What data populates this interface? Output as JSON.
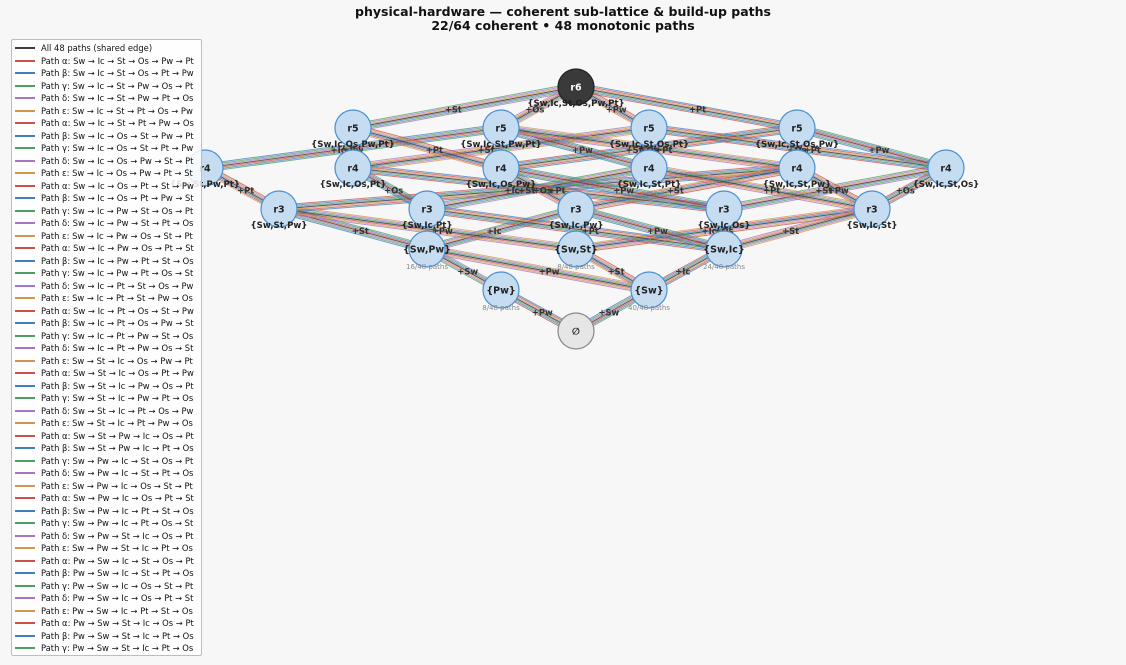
{
  "title": "physical-hardware — coherent sub-lattice & build-up paths",
  "subtitle": "22/64 coherent  •  48 monotonic paths",
  "legend": {
    "shared": {
      "label": "All 48 paths (shared edge)",
      "color": "#3d3d3d"
    },
    "paths": [
      {
        "label": "Path α: Sw → Ic → St → Os → Pw → Pt",
        "color": "#c9504b"
      },
      {
        "label": "Path β: Sw → Ic → St → Os → Pt → Pw",
        "color": "#3f7fc0"
      },
      {
        "label": "Path γ: Sw → Ic → St → Pw → Os → Pt",
        "color": "#4e9d63"
      },
      {
        "label": "Path δ: Sw → Ic → St → Pw → Pt → Os",
        "color": "#a775c2"
      },
      {
        "label": "Path ε: Sw → Ic → St → Pt → Os → Pw",
        "color": "#d0954f"
      },
      {
        "label": "Path α: Sw → Ic → St → Pt → Pw → Os",
        "color": "#c9504b"
      },
      {
        "label": "Path β: Sw → Ic → Os → St → Pw → Pt",
        "color": "#3f7fc0"
      },
      {
        "label": "Path γ: Sw → Ic → Os → St → Pt → Pw",
        "color": "#4e9d63"
      },
      {
        "label": "Path δ: Sw → Ic → Os → Pw → St → Pt",
        "color": "#a775c2"
      },
      {
        "label": "Path ε: Sw → Ic → Os → Pw → Pt → St",
        "color": "#d0954f"
      },
      {
        "label": "Path α: Sw → Ic → Os → Pt → St → Pw",
        "color": "#c9504b"
      },
      {
        "label": "Path β: Sw → Ic → Os → Pt → Pw → St",
        "color": "#3f7fc0"
      },
      {
        "label": "Path γ: Sw → Ic → Pw → St → Os → Pt",
        "color": "#4e9d63"
      },
      {
        "label": "Path δ: Sw → Ic → Pw → St → Pt → Os",
        "color": "#a775c2"
      },
      {
        "label": "Path ε: Sw → Ic → Pw → Os → St → Pt",
        "color": "#d0954f"
      },
      {
        "label": "Path α: Sw → Ic → Pw → Os → Pt → St",
        "color": "#c9504b"
      },
      {
        "label": "Path β: Sw → Ic → Pw → Pt → St → Os",
        "color": "#3f7fc0"
      },
      {
        "label": "Path γ: Sw → Ic → Pw → Pt → Os → St",
        "color": "#4e9d63"
      },
      {
        "label": "Path δ: Sw → Ic → Pt → St → Os → Pw",
        "color": "#a775c2"
      },
      {
        "label": "Path ε: Sw → Ic → Pt → St → Pw → Os",
        "color": "#d0954f"
      },
      {
        "label": "Path α: Sw → Ic → Pt → Os → St → Pw",
        "color": "#c9504b"
      },
      {
        "label": "Path β: Sw → Ic → Pt → Os → Pw → St",
        "color": "#3f7fc0"
      },
      {
        "label": "Path γ: Sw → Ic → Pt → Pw → St → Os",
        "color": "#4e9d63"
      },
      {
        "label": "Path δ: Sw → Ic → Pt → Pw → Os → St",
        "color": "#a775c2"
      },
      {
        "label": "Path ε: Sw → St → Ic → Os → Pw → Pt",
        "color": "#d0954f"
      },
      {
        "label": "Path α: Sw → St → Ic → Os → Pt → Pw",
        "color": "#c9504b"
      },
      {
        "label": "Path β: Sw → St → Ic → Pw → Os → Pt",
        "color": "#3f7fc0"
      },
      {
        "label": "Path γ: Sw → St → Ic → Pw → Pt → Os",
        "color": "#4e9d63"
      },
      {
        "label": "Path δ: Sw → St → Ic → Pt → Os → Pw",
        "color": "#a775c2"
      },
      {
        "label": "Path ε: Sw → St → Ic → Pt → Pw → Os",
        "color": "#d0954f"
      },
      {
        "label": "Path α: Sw → St → Pw → Ic → Os → Pt",
        "color": "#c9504b"
      },
      {
        "label": "Path β: Sw → St → Pw → Ic → Pt → Os",
        "color": "#3f7fc0"
      },
      {
        "label": "Path γ: Sw → Pw → Ic → St → Os → Pt",
        "color": "#4e9d63"
      },
      {
        "label": "Path δ: Sw → Pw → Ic → St → Pt → Os",
        "color": "#a775c2"
      },
      {
        "label": "Path ε: Sw → Pw → Ic → Os → St → Pt",
        "color": "#d0954f"
      },
      {
        "label": "Path α: Sw → Pw → Ic → Os → Pt → St",
        "color": "#c9504b"
      },
      {
        "label": "Path β: Sw → Pw → Ic → Pt → St → Os",
        "color": "#3f7fc0"
      },
      {
        "label": "Path γ: Sw → Pw → Ic → Pt → Os → St",
        "color": "#4e9d63"
      },
      {
        "label": "Path δ: Sw → Pw → St → Ic → Os → Pt",
        "color": "#a775c2"
      },
      {
        "label": "Path ε: Sw → Pw → St → Ic → Pt → Os",
        "color": "#d0954f"
      },
      {
        "label": "Path α: Pw → Sw → Ic → St → Os → Pt",
        "color": "#c9504b"
      },
      {
        "label": "Path β: Pw → Sw → Ic → St → Pt → Os",
        "color": "#3f7fc0"
      },
      {
        "label": "Path γ: Pw → Sw → Ic → Os → St → Pt",
        "color": "#4e9d63"
      },
      {
        "label": "Path δ: Pw → Sw → Ic → Os → Pt → St",
        "color": "#a775c2"
      },
      {
        "label": "Path ε: Pw → Sw → Ic → Pt → St → Os",
        "color": "#d0954f"
      },
      {
        "label": "Path α: Pw → Sw → St → Ic → Os → Pt",
        "color": "#c9504b"
      },
      {
        "label": "Path β: Pw → Sw → St → Ic → Pt → Os",
        "color": "#3f7fc0"
      },
      {
        "label": "Path γ: Pw → Sw → St → Ic → Pt → Os",
        "color": "#4e9d63"
      }
    ]
  },
  "colors": {
    "node_fill": "#c6dcf0",
    "node_stroke": "#4a90d2",
    "top_fill": "#3a3a3a",
    "empty_fill": "#e6e6e6",
    "empty_stroke": "#888888"
  },
  "nodes": [
    {
      "id": "top",
      "rank": "r6",
      "set": "{Sw,Ic,St,Os,Pw,Pt}",
      "kind": "top"
    },
    {
      "id": "r5a",
      "rank": "r5",
      "set": "{Sw,Ic,Os,Pw,Pt}"
    },
    {
      "id": "r5b",
      "rank": "r5",
      "set": "{Sw,Ic,St,Pw,Pt}"
    },
    {
      "id": "r5c",
      "rank": "r5",
      "set": "{Sw,Ic,St,Os,Pt}"
    },
    {
      "id": "r5d",
      "rank": "r5",
      "set": "{Sw,Ic,St,Os,Pw}"
    },
    {
      "id": "r4a",
      "rank": "r4",
      "set": "{Sw,St,Pw,Pt}"
    },
    {
      "id": "r4b",
      "rank": "r4",
      "set": "{Sw,Ic,Os,Pt}"
    },
    {
      "id": "r4c",
      "rank": "r4",
      "set": "{Sw,Ic,Os,Pw}"
    },
    {
      "id": "r4d",
      "rank": "r4",
      "set": "{Sw,Ic,St,Pt}"
    },
    {
      "id": "r4e",
      "rank": "r4",
      "set": "{Sw,Ic,St,Pw}"
    },
    {
      "id": "r4f",
      "rank": "r4",
      "set": "{Sw,Ic,St,Os}"
    },
    {
      "id": "r3a",
      "rank": "r3",
      "set": "{Sw,St,Pw}"
    },
    {
      "id": "r3b",
      "rank": "r3",
      "set": "{Sw,Ic,Pt}"
    },
    {
      "id": "r3c",
      "rank": "r3",
      "set": "{Sw,Ic,Pw}"
    },
    {
      "id": "r3d",
      "rank": "r3",
      "set": "{Sw,Ic,Os}"
    },
    {
      "id": "r3e",
      "rank": "r3",
      "set": "{Sw,Ic,St}"
    },
    {
      "id": "r2a",
      "rank": "{Sw,Pw}",
      "set": "",
      "count": "16/48 paths"
    },
    {
      "id": "r2b",
      "rank": "{Sw,St}",
      "set": "",
      "count": "8/48 paths"
    },
    {
      "id": "r2c",
      "rank": "{Sw,Ic}",
      "set": "",
      "count": "24/48 paths"
    },
    {
      "id": "r1a",
      "rank": "{Pw}",
      "set": "",
      "count": "8/48 paths"
    },
    {
      "id": "r1b",
      "rank": "{Sw}",
      "set": "",
      "count": "40/48 paths"
    },
    {
      "id": "empty",
      "rank": "∅",
      "set": "",
      "kind": "empty"
    }
  ],
  "edges": [
    {
      "from": "empty",
      "to": "r1a",
      "label": "+Pw"
    },
    {
      "from": "empty",
      "to": "r1b",
      "label": "+Sw"
    },
    {
      "from": "r1a",
      "to": "r2a",
      "label": "+Sw"
    },
    {
      "from": "r1b",
      "to": "r2a",
      "label": "+Pw"
    },
    {
      "from": "r1b",
      "to": "r2b",
      "label": "+St"
    },
    {
      "from": "r1b",
      "to": "r2c",
      "label": "+Ic"
    },
    {
      "from": "r2a",
      "to": "r3a",
      "label": "+St"
    },
    {
      "from": "r2a",
      "to": "r3c",
      "label": "+Ic"
    },
    {
      "from": "r2b",
      "to": "r3a",
      "label": "+Pw"
    },
    {
      "from": "r2b",
      "to": "r3e",
      "label": "+Ic"
    },
    {
      "from": "r2c",
      "to": "r3b",
      "label": "+Pt"
    },
    {
      "from": "r2c",
      "to": "r3c",
      "label": "+Pw"
    },
    {
      "from": "r2c",
      "to": "r3d",
      "label": "+Os"
    },
    {
      "from": "r2c",
      "to": "r3e",
      "label": "+St"
    },
    {
      "from": "r3a",
      "to": "r4a",
      "label": "+Pt"
    },
    {
      "from": "r3a",
      "to": "r4e",
      "label": "+Ic"
    },
    {
      "from": "r3b",
      "to": "r4b",
      "label": "+Os"
    },
    {
      "from": "r3b",
      "to": "r4d",
      "label": "+St"
    },
    {
      "from": "r3c",
      "to": "r4c",
      "label": "+Os"
    },
    {
      "from": "r3c",
      "to": "r4e",
      "label": "+St"
    },
    {
      "from": "r3d",
      "to": "r4b",
      "label": "+Pt"
    },
    {
      "from": "r3d",
      "to": "r4c",
      "label": "+Pw"
    },
    {
      "from": "r3d",
      "to": "r4f",
      "label": "+St"
    },
    {
      "from": "r3e",
      "to": "r4d",
      "label": "+Pt"
    },
    {
      "from": "r3e",
      "to": "r4e",
      "label": "+Pw"
    },
    {
      "from": "r3e",
      "to": "r4f",
      "label": "+Os"
    },
    {
      "from": "r4a",
      "to": "r5b",
      "label": "+Ic"
    },
    {
      "from": "r4b",
      "to": "r5a",
      "label": "+Pw"
    },
    {
      "from": "r4b",
      "to": "r5c",
      "label": "+St"
    },
    {
      "from": "r4c",
      "to": "r5a",
      "label": "+Pt"
    },
    {
      "from": "r4c",
      "to": "r5d",
      "label": "+St"
    },
    {
      "from": "r4d",
      "to": "r5b",
      "label": "+Pw"
    },
    {
      "from": "r4d",
      "to": "r5c",
      "label": "+Os"
    },
    {
      "from": "r4e",
      "to": "r5b",
      "label": "+Pt"
    },
    {
      "from": "r4e",
      "to": "r5d",
      "label": "+Os"
    },
    {
      "from": "r4f",
      "to": "r5c",
      "label": "+Pt"
    },
    {
      "from": "r4f",
      "to": "r5d",
      "label": "+Pw"
    },
    {
      "from": "r5a",
      "to": "top",
      "label": "+St"
    },
    {
      "from": "r5b",
      "to": "top",
      "label": "+Os"
    },
    {
      "from": "r5c",
      "to": "top",
      "label": "+Pw"
    },
    {
      "from": "r5d",
      "to": "top",
      "label": "+Pt"
    }
  ]
}
